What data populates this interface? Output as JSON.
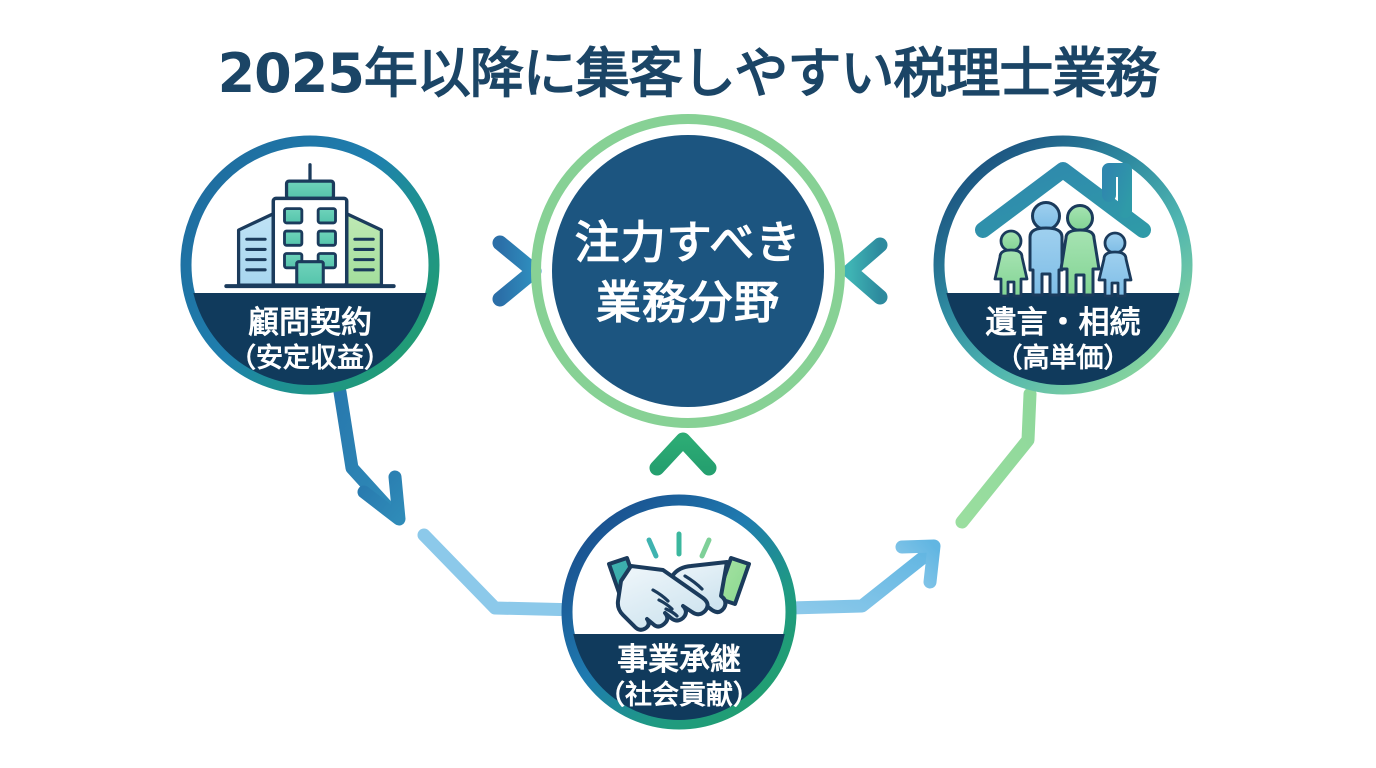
{
  "page": {
    "title": "2025年以降に集客しやすい税理士業務",
    "background_color": "#ffffff",
    "title_color": "#1b4566"
  },
  "center_node": {
    "name": "center-focus-node",
    "line1": "注力すべき",
    "line2": "業務分野",
    "fill_color": "#1c5580",
    "ring_color": "#87d195",
    "text_color": "#ffffff"
  },
  "nodes": [
    {
      "id": "komon-keiyaku",
      "icon": "office-building-icon",
      "label_main": "顧問契約",
      "label_sub": "（安定収益）",
      "ring_color_start": "#1f6b9e",
      "ring_color_end": "#22a06b",
      "band_color": "#103a5c",
      "position": "left"
    },
    {
      "id": "yuigon-sozoku",
      "icon": "house-family-icon",
      "label_main": "遺言・相続",
      "label_sub": "（高単価）",
      "ring_color_start": "#1a4f7e",
      "ring_color_end": "#8fd99b",
      "band_color": "#103a5c",
      "position": "right"
    },
    {
      "id": "jigyo-shokei",
      "icon": "handshake-icon",
      "label_main": "事業承継",
      "label_sub": "（社会貢献）",
      "ring_color_start": "#1a4f8e",
      "ring_color_end": "#22a06b",
      "band_color": "#103a5c",
      "position": "bottom"
    }
  ],
  "arrows": [
    {
      "id": "arrow-left-to-center",
      "direction": "right",
      "color": "#2a74ab"
    },
    {
      "id": "arrow-right-to-center",
      "direction": "left",
      "color": "#3aa9ad"
    },
    {
      "id": "arrow-bottom-to-center",
      "direction": "up",
      "color": "#27a56f"
    },
    {
      "id": "arrow-left-down-connector",
      "direction": "down-right",
      "color": "#2d7fae"
    },
    {
      "id": "arrow-bottom-to-right-connector",
      "direction": "up-right",
      "color": "#7cc4e8"
    },
    {
      "id": "line-right-down-connector",
      "direction": "down-left",
      "color": "#8fd89b"
    }
  ],
  "palette": {
    "navy": "#1b4566",
    "deep_navy": "#103a5c",
    "blue": "#2a74ab",
    "teal": "#3aa9ad",
    "green": "#27a56f",
    "light_green": "#8fd99b",
    "light_blue": "#7cc4e8",
    "icon_outline": "#1b3b5c"
  }
}
